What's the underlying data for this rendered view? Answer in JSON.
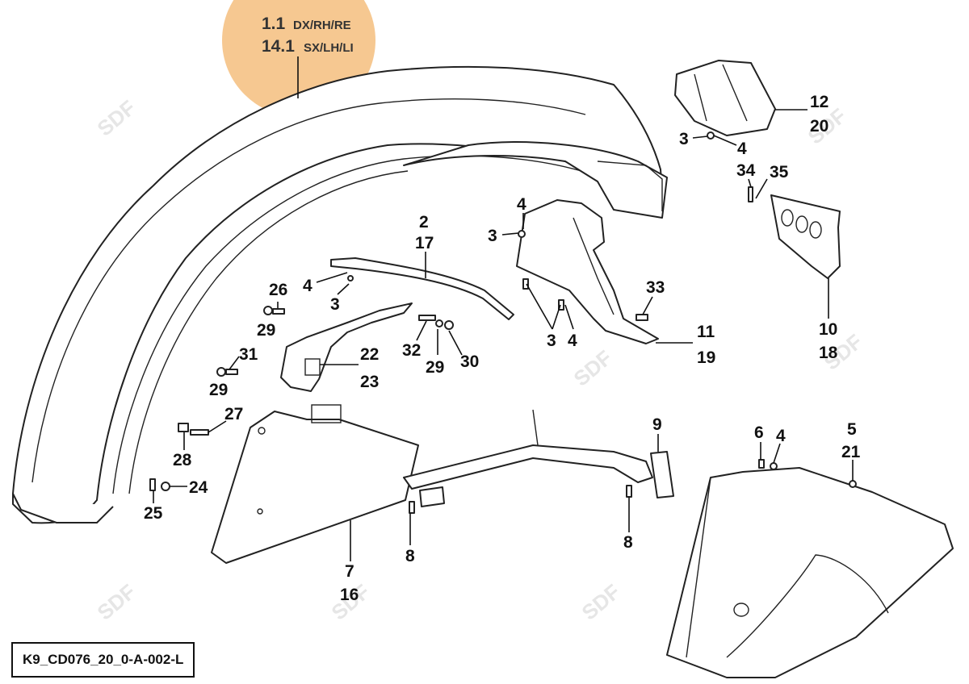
{
  "highlight": {
    "color": "#f5c285",
    "line1_num": "1.1",
    "line1_text": "DX/RH/RE",
    "line2_num": "14.1",
    "line2_text": "SX/LH/LI"
  },
  "reference_code": "K9_CD076_20_0-A-002-L",
  "watermark_text": "SDF",
  "callouts": {
    "c2": "2",
    "c17": "17",
    "c4a": "4",
    "c3a": "3",
    "c26": "26",
    "c29a": "29",
    "c31": "31",
    "c29b": "29",
    "c22": "22",
    "c23": "23",
    "c32": "32",
    "c29c": "29",
    "c30": "30",
    "c4b": "4",
    "c3b": "3",
    "c3c": "3",
    "c4c": "4",
    "c33": "33",
    "c11": "11",
    "c19": "19",
    "c12": "12",
    "c20": "20",
    "c3d": "3",
    "c4d": "4",
    "c34": "34",
    "c35": "35",
    "c10": "10",
    "c18": "18",
    "c27": "27",
    "c28": "28",
    "c24": "24",
    "c25": "25",
    "c7": "7",
    "c16": "16",
    "c8a": "8",
    "c9": "9",
    "c8b": "8",
    "c6": "6",
    "c4e": "4",
    "c5": "5",
    "c21": "21"
  }
}
